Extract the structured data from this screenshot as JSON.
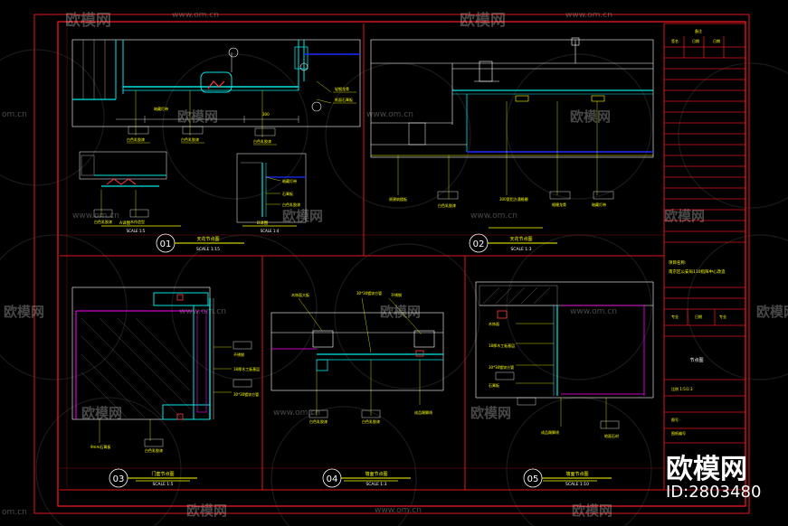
{
  "drawing": {
    "colors": {
      "frame": "#e0161b",
      "detail": "#00e5e5",
      "annotation": "#ffff00",
      "glass": "#1a2cff",
      "panel": "#ff00ff",
      "text": "#ffffff",
      "background": "#000000"
    },
    "details": [
      {
        "num": "01",
        "title": "天花节点图",
        "scale": "SCALE 1:15"
      },
      {
        "num": "02",
        "title": "天花节点图",
        "scale": "SCALE 1:3"
      },
      {
        "num": "03",
        "title": "门套节点图",
        "scale": "SCALE 1:5"
      },
      {
        "num": "04",
        "title": "墙面节点图",
        "scale": "SCALE 1:3"
      },
      {
        "num": "05",
        "title": "墙面节点图",
        "scale": "SCALE 1:10"
      }
    ],
    "sub_details": [
      {
        "label": "A详图",
        "scale": "SCALE 1:5"
      },
      {
        "label": "B详图",
        "scale": "SCALE 1:4"
      }
    ],
    "title_block": {
      "project_label": "项目名称:",
      "project_name": "南京区公安局110指挥中心改造",
      "drawing_name": "节点图"
    }
  },
  "watermark": {
    "brand": "欧模网",
    "url": "www.om.cn",
    "url_short": "om.cn",
    "id": "ID:2803480"
  }
}
